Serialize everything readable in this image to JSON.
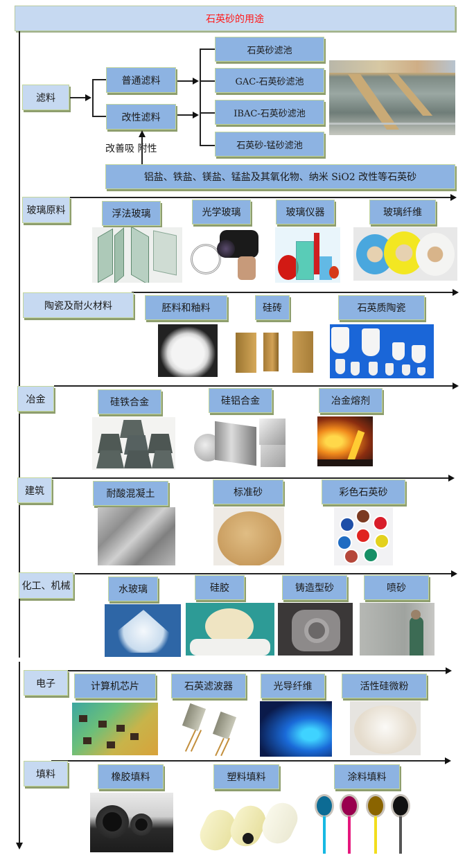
{
  "title": "石英砂的用途",
  "colors": {
    "title_text": "#ff1a1a",
    "category_fill": "#c6d9f1",
    "item_fill": "#8db3e2",
    "box_border": "#c3d69b",
    "shadow": "#8e9e6e",
    "line": "#222222"
  },
  "filter": {
    "category": "滤料",
    "branches": [
      "普通滤料",
      "改性滤料"
    ],
    "pools": [
      "石英砂滤池",
      "GAC-石英砂滤池",
      "IBAC-石英砂滤池",
      "石英砂-锰砂滤池"
    ],
    "improve_label": "改善吸 附性",
    "modifiers": "铝盐、铁盐、镁盐、锰盐及其氧化物、纳米 SiO2 改性等石英砂",
    "photo": "water-filter-pool-photo"
  },
  "sections": [
    {
      "category": "玻璃原料",
      "items": [
        {
          "label": "浮法玻璃",
          "photo": "float-glass-panes"
        },
        {
          "label": "光学玻璃",
          "photo": "camera-lens"
        },
        {
          "label": "玻璃仪器",
          "photo": "lab-glassware"
        },
        {
          "label": "玻璃纤维",
          "photo": "fiberglass-tape-rolls"
        }
      ]
    },
    {
      "category": "陶瓷及耐火材料",
      "items": [
        {
          "label": "胚料和釉料",
          "photo": "white-powder-pile"
        },
        {
          "label": "硅砖",
          "photo": "silica-bricks"
        },
        {
          "label": "石英质陶瓷",
          "photo": "white-ceramic-crucibles"
        }
      ]
    },
    {
      "category": "冶金",
      "items": [
        {
          "label": "硅铁合金",
          "photo": "ferrosilicon-ingots"
        },
        {
          "label": "硅铝合金",
          "photo": "aluminium-silicon-blocks"
        },
        {
          "label": "冶金熔剂",
          "photo": "molten-metal-pour"
        }
      ]
    },
    {
      "category": "建筑",
      "items": [
        {
          "label": "耐酸混凝土",
          "photo": "concrete-surface"
        },
        {
          "label": "标准砂",
          "photo": "sand-pile"
        },
        {
          "label": "彩色石英砂",
          "photo": "colored-sand-bowls"
        }
      ]
    },
    {
      "category": "化工、机械",
      "items": [
        {
          "label": "水玻璃",
          "photo": "sodium-silicate-crystals"
        },
        {
          "label": "硅胶",
          "photo": "silicone-implant"
        },
        {
          "label": "铸造型砂",
          "photo": "sand-casting-part"
        },
        {
          "label": "喷砂",
          "photo": "sandblasting-worker"
        }
      ]
    },
    {
      "category": "电子",
      "items": [
        {
          "label": "计算机芯片",
          "photo": "circuit-board"
        },
        {
          "label": "石英滤波器",
          "photo": "quartz-crystal-filters"
        },
        {
          "label": "光导纤维",
          "photo": "optical-fibers"
        },
        {
          "label": "活性硅微粉",
          "photo": "silica-micro-powder"
        }
      ]
    },
    {
      "category": "填料",
      "items": [
        {
          "label": "橡胶填料",
          "photo": "rubber-tubes-mat"
        },
        {
          "label": "塑料填料",
          "photo": "plastic-rollers"
        },
        {
          "label": "涂料填料",
          "photo": "paint-spoons-cmyk"
        }
      ]
    }
  ]
}
